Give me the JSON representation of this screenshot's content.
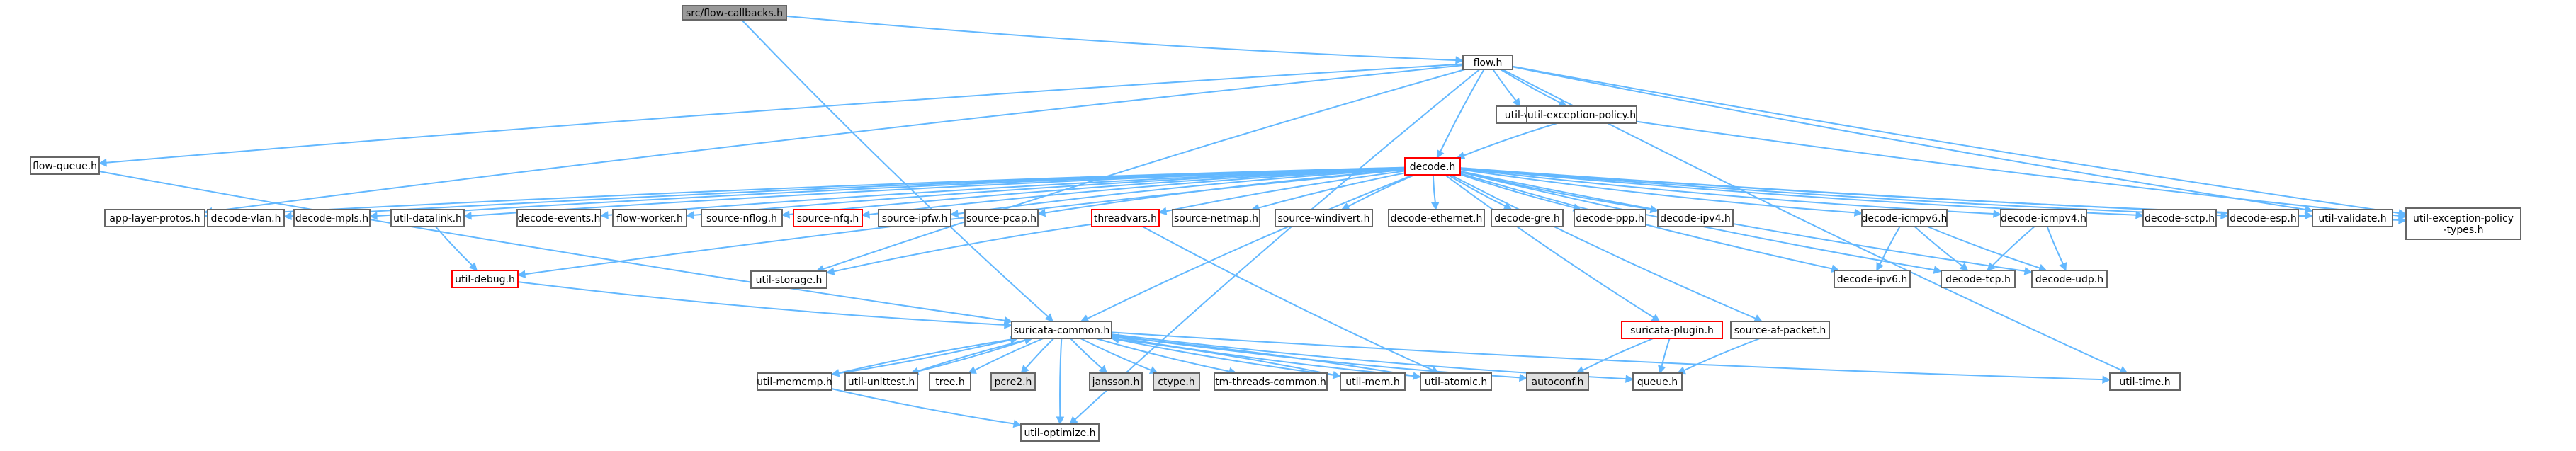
{
  "diagram_type": "include dependency graph",
  "colors": {
    "edge": "#63B8FF",
    "node_border": "#666666",
    "root_fill": "#999999",
    "highlight_border": "#FF0000",
    "system_header_fill": "#E0E0E0",
    "node_fill": "#FFFFFF"
  },
  "nodes": [
    {
      "id": "root",
      "label": "src/flow-callbacks.h",
      "style": "root"
    },
    {
      "id": "flow",
      "label": "flow.h",
      "style": "normal"
    },
    {
      "id": "utilvar",
      "label": "util-var.h",
      "style": "normal"
    },
    {
      "id": "utilexc",
      "label": "util-exception-policy.h",
      "style": "normal"
    },
    {
      "id": "flowqueue",
      "label": "flow-queue.h",
      "style": "normal"
    },
    {
      "id": "decode",
      "label": "decode.h",
      "style": "highlight"
    },
    {
      "id": "applayer",
      "label": "app-layer-protos.h",
      "style": "normal"
    },
    {
      "id": "decvlan",
      "label": "decode-vlan.h",
      "style": "normal"
    },
    {
      "id": "decmpls",
      "label": "decode-mpls.h",
      "style": "normal"
    },
    {
      "id": "utildatalink",
      "label": "util-datalink.h",
      "style": "normal"
    },
    {
      "id": "decevents",
      "label": "decode-events.h",
      "style": "normal"
    },
    {
      "id": "flowworker",
      "label": "flow-worker.h",
      "style": "normal"
    },
    {
      "id": "srcnflog",
      "label": "source-nflog.h",
      "style": "normal"
    },
    {
      "id": "srcnfq",
      "label": "source-nfq.h",
      "style": "highlight"
    },
    {
      "id": "srcipfw",
      "label": "source-ipfw.h",
      "style": "normal"
    },
    {
      "id": "srcpcap",
      "label": "source-pcap.h",
      "style": "normal"
    },
    {
      "id": "threadvars",
      "label": "threadvars.h",
      "style": "highlight"
    },
    {
      "id": "srcnetmap",
      "label": "source-netmap.h",
      "style": "normal"
    },
    {
      "id": "srcwindivert",
      "label": "source-windivert.h",
      "style": "normal"
    },
    {
      "id": "dececth",
      "label": "decode-ethernet.h",
      "style": "normal"
    },
    {
      "id": "decgre",
      "label": "decode-gre.h",
      "style": "normal"
    },
    {
      "id": "decppp",
      "label": "decode-ppp.h",
      "style": "normal"
    },
    {
      "id": "decipv4",
      "label": "decode-ipv4.h",
      "style": "normal"
    },
    {
      "id": "decicmpv6",
      "label": "decode-icmpv6.h",
      "style": "normal"
    },
    {
      "id": "decicmpv4",
      "label": "decode-icmpv4.h",
      "style": "normal"
    },
    {
      "id": "decsctp",
      "label": "decode-sctp.h",
      "style": "normal"
    },
    {
      "id": "decesp",
      "label": "decode-esp.h",
      "style": "normal"
    },
    {
      "id": "utilvalidate",
      "label": "util-validate.h",
      "style": "normal"
    },
    {
      "id": "utilexctypes",
      "label": "util-exception-policy\n-types.h",
      "style": "normal"
    },
    {
      "id": "utildebug",
      "label": "util-debug.h",
      "style": "highlight"
    },
    {
      "id": "utilstorage",
      "label": "util-storage.h",
      "style": "normal"
    },
    {
      "id": "suriplugin",
      "label": "suricata-plugin.h",
      "style": "highlight"
    },
    {
      "id": "srcafpacket",
      "label": "source-af-packet.h",
      "style": "normal"
    },
    {
      "id": "decipv6",
      "label": "decode-ipv6.h",
      "style": "normal"
    },
    {
      "id": "dectcp",
      "label": "decode-tcp.h",
      "style": "normal"
    },
    {
      "id": "decudp",
      "label": "decode-udp.h",
      "style": "normal"
    },
    {
      "id": "suricommon",
      "label": "suricata-common.h",
      "style": "normal"
    },
    {
      "id": "utilmemcmp",
      "label": "util-memcmp.h",
      "style": "normal"
    },
    {
      "id": "utilunittest",
      "label": "util-unittest.h",
      "style": "normal"
    },
    {
      "id": "treeh",
      "label": "tree.h",
      "style": "normal"
    },
    {
      "id": "pcre2",
      "label": "pcre2.h",
      "style": "system"
    },
    {
      "id": "jansson",
      "label": "jansson.h",
      "style": "system"
    },
    {
      "id": "ctype",
      "label": "ctype.h",
      "style": "system"
    },
    {
      "id": "tmthreads",
      "label": "tm-threads-common.h",
      "style": "normal"
    },
    {
      "id": "utilmem",
      "label": "util-mem.h",
      "style": "normal"
    },
    {
      "id": "utilatomic",
      "label": "util-atomic.h",
      "style": "normal"
    },
    {
      "id": "autoconf",
      "label": "autoconf.h",
      "style": "system"
    },
    {
      "id": "queue",
      "label": "queue.h",
      "style": "normal"
    },
    {
      "id": "utiltime",
      "label": "util-time.h",
      "style": "normal"
    },
    {
      "id": "utiloptimize",
      "label": "util-optimize.h",
      "style": "normal"
    }
  ],
  "edges": [
    [
      "root",
      "flow"
    ],
    [
      "root",
      "suricommon"
    ],
    [
      "flow",
      "utilvar"
    ],
    [
      "flow",
      "utilexc"
    ],
    [
      "flow",
      "flowqueue"
    ],
    [
      "flow",
      "decode"
    ],
    [
      "flow",
      "applayer"
    ],
    [
      "flow",
      "utilstorage"
    ],
    [
      "flow",
      "utilvalidate"
    ],
    [
      "flow",
      "utilexctypes"
    ],
    [
      "flow",
      "utiltime"
    ],
    [
      "flow",
      "utiloptimize"
    ],
    [
      "utilexc",
      "decode"
    ],
    [
      "utilexc",
      "utilexctypes"
    ],
    [
      "flowqueue",
      "suricommon"
    ],
    [
      "decode",
      "applayer"
    ],
    [
      "decode",
      "decvlan"
    ],
    [
      "decode",
      "decmpls"
    ],
    [
      "decode",
      "utildatalink"
    ],
    [
      "decode",
      "decevents"
    ],
    [
      "decode",
      "flowworker"
    ],
    [
      "decode",
      "srcnflog"
    ],
    [
      "decode",
      "srcnfq"
    ],
    [
      "decode",
      "srcipfw"
    ],
    [
      "decode",
      "srcpcap"
    ],
    [
      "decode",
      "threadvars"
    ],
    [
      "decode",
      "srcnetmap"
    ],
    [
      "decode",
      "srcwindivert"
    ],
    [
      "decode",
      "dececth"
    ],
    [
      "decode",
      "decgre"
    ],
    [
      "decode",
      "decppp"
    ],
    [
      "decode",
      "decipv4"
    ],
    [
      "decode",
      "decicmpv6"
    ],
    [
      "decode",
      "decicmpv4"
    ],
    [
      "decode",
      "decsctp"
    ],
    [
      "decode",
      "decesp"
    ],
    [
      "decode",
      "utilvalidate"
    ],
    [
      "decode",
      "utilexctypes"
    ],
    [
      "decode",
      "utildebug"
    ],
    [
      "decode",
      "suricommon"
    ],
    [
      "decode",
      "suriplugin"
    ],
    [
      "decode",
      "srcafpacket"
    ],
    [
      "decode",
      "decipv6"
    ],
    [
      "decode",
      "dectcp"
    ],
    [
      "decode",
      "decudp"
    ],
    [
      "utildatalink",
      "utildebug"
    ],
    [
      "threadvars",
      "utilstorage"
    ],
    [
      "threadvars",
      "utilatomic"
    ],
    [
      "decicmpv6",
      "decipv6"
    ],
    [
      "decicmpv6",
      "dectcp"
    ],
    [
      "decicmpv6",
      "decudp"
    ],
    [
      "decicmpv4",
      "dectcp"
    ],
    [
      "decicmpv4",
      "decudp"
    ],
    [
      "utildebug",
      "suricommon"
    ],
    [
      "suriplugin",
      "queue"
    ],
    [
      "suriplugin",
      "autoconf"
    ],
    [
      "srcafpacket",
      "queue"
    ],
    [
      "suricommon",
      "utilmemcmp"
    ],
    [
      "suricommon",
      "utilunittest"
    ],
    [
      "suricommon",
      "treeh"
    ],
    [
      "suricommon",
      "pcre2"
    ],
    [
      "suricommon",
      "jansson"
    ],
    [
      "suricommon",
      "ctype"
    ],
    [
      "suricommon",
      "tmthreads"
    ],
    [
      "suricommon",
      "utilmem"
    ],
    [
      "suricommon",
      "utilatomic"
    ],
    [
      "suricommon",
      "autoconf"
    ],
    [
      "suricommon",
      "queue"
    ],
    [
      "suricommon",
      "utiltime"
    ],
    [
      "suricommon",
      "utiloptimize"
    ],
    [
      "utilmemcmp",
      "suricommon"
    ],
    [
      "utilmemcmp",
      "utiloptimize"
    ],
    [
      "utilunittest",
      "suricommon"
    ],
    [
      "utilmem",
      "suricommon"
    ],
    [
      "utilatomic",
      "suricommon"
    ]
  ]
}
